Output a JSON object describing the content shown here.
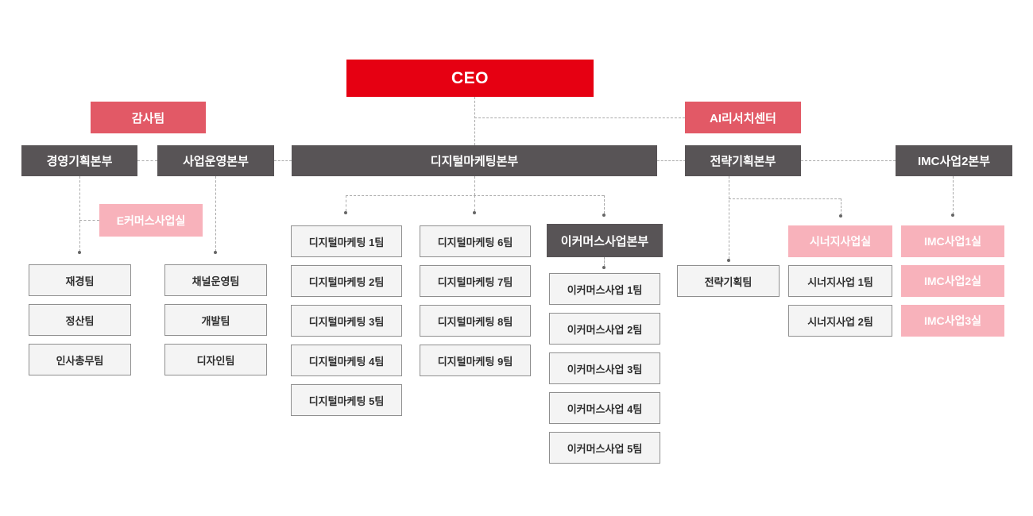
{
  "palette": {
    "red": "#e60012",
    "salmon": "#e25966",
    "dark": "#585456",
    "pink": "#f8b2bb",
    "teambg": "#f4f4f4",
    "teamborder": "#8f8f8f",
    "teamtext": "#2f2f2f",
    "line": "#a9a9a9",
    "dot": "#666666"
  },
  "nodes": {
    "ceo": "CEO",
    "audit_team": "감사팀",
    "ai_research_center": "AI리서치센터",
    "mgmt_planning_division": "경영기획본부",
    "biz_operations_division": "사업운영본부",
    "digital_marketing_division": "디지털마케팅본부",
    "strategy_planning_division": "전략기획본부",
    "imc_biz2_division": "IMC사업2본부",
    "ecommerce_office": "E커머스사업실",
    "ecommerce_division": "이커머스사업본부",
    "synergy_office": "시너지사업실"
  },
  "teams": {
    "mgmt_planning": [
      "재경팀",
      "정산팀",
      "인사총무팀"
    ],
    "biz_operations": [
      "채널운영팀",
      "개발팀",
      "디자인팀"
    ],
    "digital_marketing_col1": [
      "디지털마케팅 1팀",
      "디지털마케팅 2팀",
      "디지털마케팅 3팀",
      "디지털마케팅 4팀",
      "디지털마케팅 5팀"
    ],
    "digital_marketing_col2": [
      "디지털마케팅 6팀",
      "디지털마케팅 7팀",
      "디지털마케팅 8팀",
      "디지털마케팅 9팀"
    ],
    "ecommerce": [
      "이커머스사업 1팀",
      "이커머스사업 2팀",
      "이커머스사업 3팀",
      "이커머스사업 4팀",
      "이커머스사업 5팀"
    ],
    "strategy_planning": [
      "전략기획팀"
    ],
    "synergy": [
      "시너지사업 1팀",
      "시너지사업 2팀"
    ],
    "imc_offices": [
      "IMC사업1실",
      "IMC사업2실",
      "IMC사업3실"
    ]
  }
}
